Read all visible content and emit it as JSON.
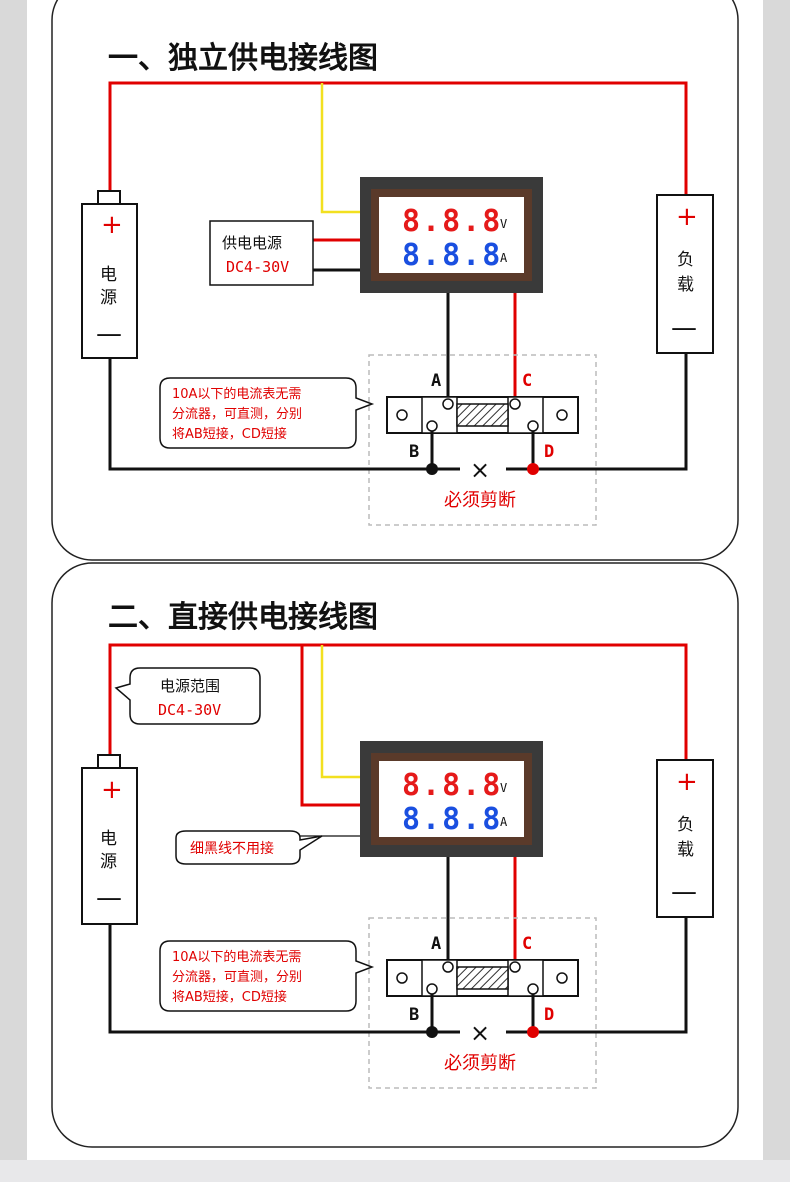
{
  "diagram1": {
    "title": "一、独立供电接线图",
    "battery": {
      "plus": "+",
      "label1": "电",
      "label2": "源",
      "minus": "—"
    },
    "load": {
      "plus": "+",
      "label1": "负",
      "label2": "载",
      "minus": "—"
    },
    "supply_box": {
      "line1": "供电电源",
      "line2": "DC4-30V"
    },
    "meter": {
      "row1": "8.8.8",
      "row1_unit": "V",
      "row2": "8.8.8",
      "row2_unit": "A"
    },
    "pins": {
      "a": "A",
      "b": "B",
      "c": "C",
      "d": "D"
    },
    "cut_mark": "×",
    "cut_label": "必须剪断",
    "note": {
      "line1": "10A以下的电流表无需",
      "line2": "分流器，可直测，分别",
      "line3": "将AB短接，CD短接"
    }
  },
  "diagram2": {
    "title": "二、直接供电接线图",
    "battery": {
      "plus": "+",
      "label1": "电",
      "label2": "源",
      "minus": "—"
    },
    "load": {
      "plus": "+",
      "label1": "负",
      "label2": "载",
      "minus": "—"
    },
    "range_bubble": {
      "line1": "电源范围",
      "line2": "DC4-30V"
    },
    "thin_wire_note": "细黑线不用接",
    "meter": {
      "row1": "8.8.8",
      "row1_unit": "V",
      "row2": "8.8.8",
      "row2_unit": "A"
    },
    "pins": {
      "a": "A",
      "b": "B",
      "c": "C",
      "d": "D"
    },
    "cut_mark": "×",
    "cut_label": "必须剪断",
    "note": {
      "line1": "10A以下的电流表无需",
      "line2": "分流器，可直测，分别",
      "line3": "将AB短接，CD短接"
    }
  },
  "colors": {
    "wire_red": "#e00000",
    "wire_black": "#111111",
    "wire_yellow": "#f2e020",
    "meter_frame": "#3a3a3a",
    "meter_bezel": "#5a3a2a"
  }
}
